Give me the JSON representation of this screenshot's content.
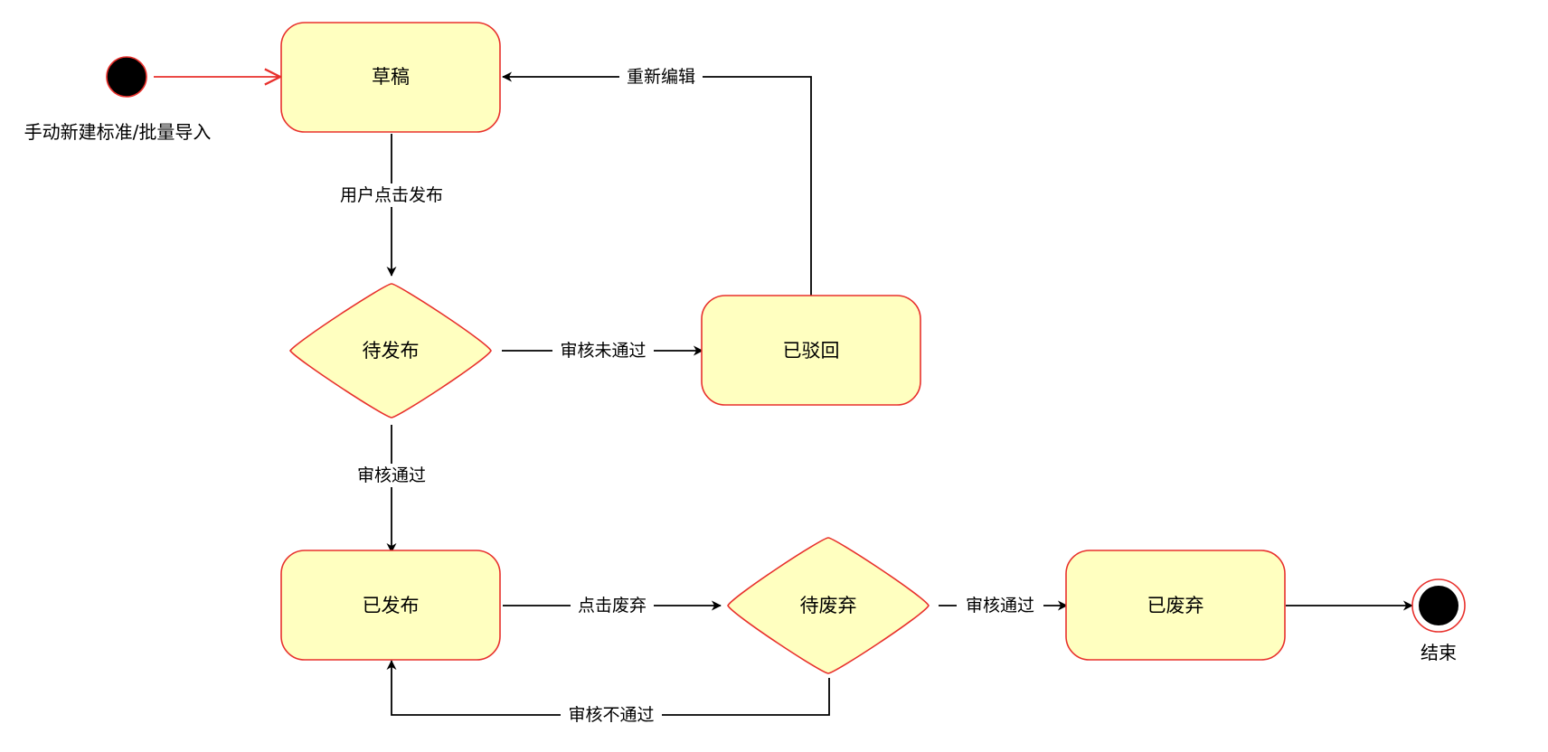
{
  "colors": {
    "state_fill": "#ffffc0",
    "state_stroke": "#e8302c",
    "edge": "#000000",
    "initial_edge": "#e8302c",
    "label_bg": "#ffffff",
    "start_fill": "#000000"
  },
  "start": {
    "label": "手动新建标准/批量导入"
  },
  "end": {
    "label": "结束"
  },
  "states": {
    "draft": "草稿",
    "pending_publish": "待发布",
    "rejected": "已驳回",
    "published": "已发布",
    "pending_discard": "待废弃",
    "discarded": "已废弃"
  },
  "transitions": {
    "publish_click": "用户点击发布",
    "review_failed": "审核未通过",
    "reedit": "重新编辑",
    "review_passed": "审核通过",
    "discard_click": "点击废弃",
    "discard_passed": "审核通过",
    "discard_rejected": "审核不通过"
  }
}
